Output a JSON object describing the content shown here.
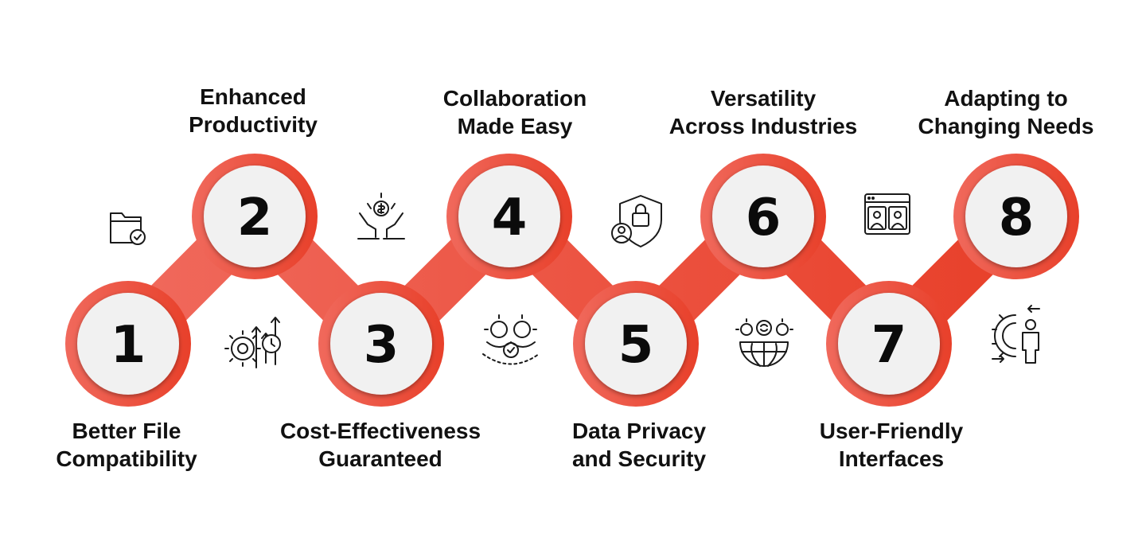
{
  "accent_colors": {
    "ribbon_start": "#f0695c",
    "ribbon_end": "#e8402a",
    "circle_fill": "#f1f1f1",
    "text": "#111111"
  },
  "steps": [
    {
      "number": "1",
      "label_line1": "Better File",
      "label_line2": "Compatibility",
      "icon": "folder-check-icon"
    },
    {
      "number": "2",
      "label_line1": "Enhanced",
      "label_line2": "Productivity",
      "icon": "gear-clock-growth-icon"
    },
    {
      "number": "3",
      "label_line1": "Cost-Effectiveness",
      "label_line2": "Guaranteed",
      "icon": "hands-dollar-icon"
    },
    {
      "number": "4",
      "label_line1": "Collaboration",
      "label_line2": "Made Easy",
      "icon": "team-gears-check-icon"
    },
    {
      "number": "5",
      "label_line1": "Data Privacy",
      "label_line2": "and Security",
      "icon": "shield-lock-user-icon"
    },
    {
      "number": "6",
      "label_line1": "Versatility",
      "label_line2": "Across Industries",
      "icon": "globe-gears-icon"
    },
    {
      "number": "7",
      "label_line1": "User-Friendly",
      "label_line2": "Interfaces",
      "icon": "browser-users-icon"
    },
    {
      "number": "8",
      "label_line1": "Adapting to",
      "label_line2": "Changing Needs",
      "icon": "gear-person-arrows-icon"
    }
  ]
}
